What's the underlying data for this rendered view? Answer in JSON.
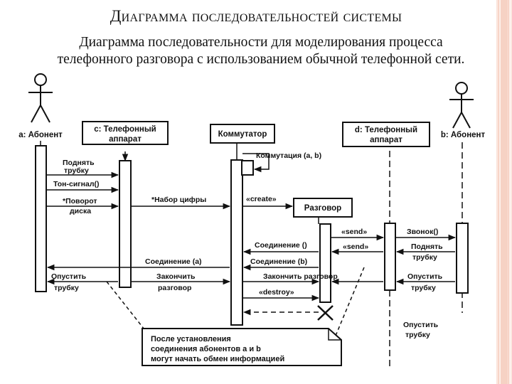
{
  "slide": {
    "title": "Диаграмма последовательностей системы",
    "subtitle_line1": "Диаграмма последовательности для моделирования процесса",
    "subtitle_line2": "телефонного разговора с использованием обычной телефонной сети."
  },
  "diagram": {
    "lifelines": {
      "a_abonent": "a: Абонент",
      "c_phone_1": "c: Телефонный",
      "c_phone_2": "аппарат",
      "switch": "Коммутатор",
      "d_phone_1": "d: Телефонный",
      "d_phone_2": "аппарат",
      "b_abonent": "b: Абонент",
      "call": "Разговор"
    },
    "messages": {
      "lift_1": "Поднять",
      "lift_2": "трубку",
      "tone": "Тон-сигнал()",
      "rotate_1": "*Поворот",
      "rotate_2": "диска",
      "dial": "*Набор цифры",
      "commutation": "Коммутация (a, b)",
      "create": "«create»",
      "send_1": "«send»",
      "send_2": "«send»",
      "ring": "Звонок()",
      "lift_b_1": "Поднять",
      "lift_b_2": "трубку",
      "conn_empty": "Соединение ()",
      "conn_b": "Соединение (b)",
      "conn_a": "Соединение (a)",
      "end_call_1": "Закончить",
      "end_call_2": "разговор",
      "end_call_mid": "Закончить разговор",
      "destroy": "«destroy»",
      "hangup_a_1": "Опустить",
      "hangup_a_2": "трубку",
      "hangup_b_1": "Опустить",
      "hangup_b_2": "трубку",
      "hangup_b_end_1": "Опустить",
      "hangup_b_end_2": "трубку"
    },
    "note": {
      "line1": "После установления",
      "line2": "соединения абонентов a и b",
      "line3": "могут начать обмен информацией"
    }
  }
}
